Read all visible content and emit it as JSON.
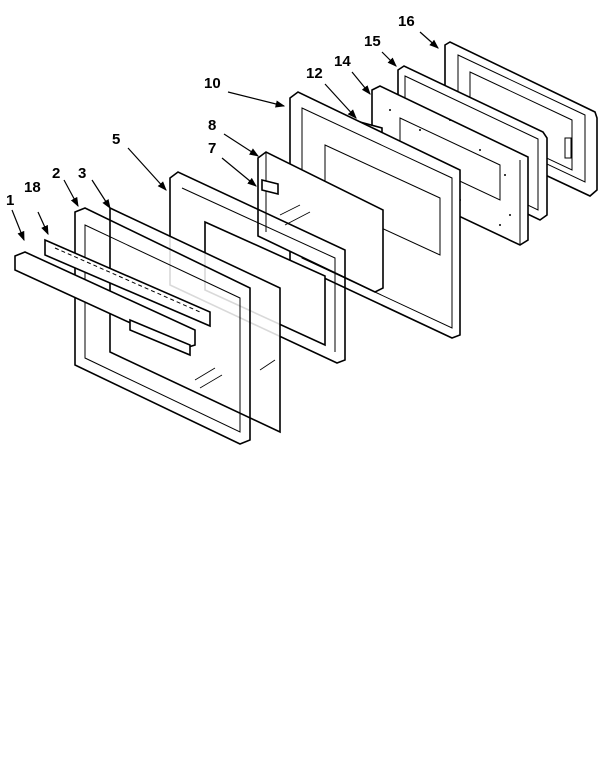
{
  "diagram": {
    "title": "Oven door exploded parts view",
    "callouts": [
      {
        "id": "1",
        "label": "1"
      },
      {
        "id": "18",
        "label": "18"
      },
      {
        "id": "2",
        "label": "2"
      },
      {
        "id": "3",
        "label": "3"
      },
      {
        "id": "5",
        "label": "5"
      },
      {
        "id": "7",
        "label": "7"
      },
      {
        "id": "8",
        "label": "8"
      },
      {
        "id": "10",
        "label": "10"
      },
      {
        "id": "12",
        "label": "12"
      },
      {
        "id": "14",
        "label": "14"
      },
      {
        "id": "15",
        "label": "15"
      },
      {
        "id": "16",
        "label": "16"
      }
    ]
  }
}
